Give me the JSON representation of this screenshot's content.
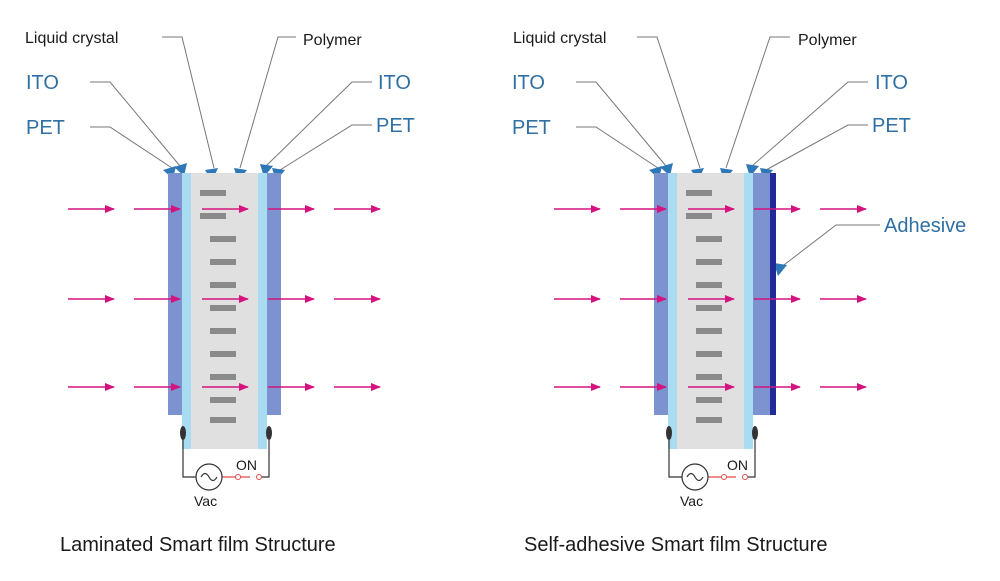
{
  "colors": {
    "pet": "#7d93cf",
    "ito": "#a9dbf3",
    "core": "#e0e0e0",
    "crystal": "#8a8a8a",
    "adhesive": "#222a9a",
    "arrow": "#d6127e",
    "pointer": "#2f78b7",
    "leader": "#777777",
    "label_blue": "#2f6fa3",
    "circuit": "#333333",
    "switch_wire": "#e24a4a"
  },
  "diagrams": [
    {
      "id": "laminated",
      "labels": {
        "liquid_crystal": "Liquid crystal",
        "polymer": "Polymer",
        "ito_left": "ITO",
        "ito_right": "ITO",
        "pet_left": "PET",
        "pet_right": "PET",
        "vac": "Vac",
        "on": "ON"
      },
      "caption": "Laminated Smart film Structure"
    },
    {
      "id": "self-adhesive",
      "labels": {
        "liquid_crystal": "Liquid crystal",
        "polymer": "Polymer",
        "ito_left": "ITO",
        "ito_right": "ITO",
        "pet_left": "PET",
        "pet_right": "PET",
        "adhesive": "Adhesive",
        "vac": "Vac",
        "on": "ON"
      },
      "caption": "Self-adhesive Smart film Structure"
    }
  ]
}
